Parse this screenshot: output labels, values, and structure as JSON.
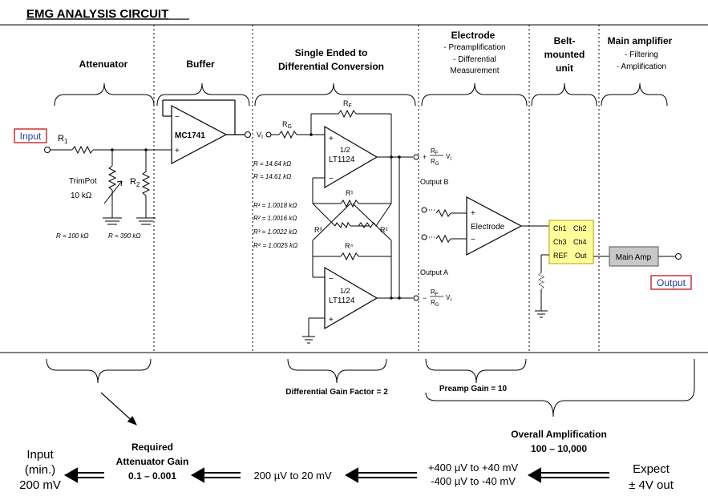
{
  "title": "EMG ANALYSIS CIRCUIT",
  "sections": {
    "attenuator": "Attenuator",
    "buffer": "Buffer",
    "se_to_diff_line1": "Single Ended to",
    "se_to_diff_line2": "Differential Conversion",
    "electrode_title": "Electrode",
    "electrode_sub1": "- Preamplification",
    "electrode_sub2": "- Differential",
    "electrode_sub3": "Measurement",
    "belt_line1": "Belt-",
    "belt_line2": "mounted",
    "belt_line3": "unit",
    "main_amp_title": "Main amplifier",
    "main_amp_sub1": "- Filtering",
    "main_amp_sub2": "- Amplification"
  },
  "circuit": {
    "input_label": "Input",
    "output_label": "Output",
    "r1": "R",
    "r1_sub": "1",
    "trimpot_label": "TrimPot",
    "trimpot_value": "10 kΩ",
    "r2": "R",
    "r2_sub": "2",
    "r1_value": "R = 100 kΩ",
    "r2_value": "R = 390 kΩ",
    "r1_value_sub": "1",
    "r2_value_sub": "2",
    "buffer_chip": "MC1741",
    "vi": "V",
    "vi_sub": "I",
    "rg": "R",
    "rg_sub": "G",
    "rf": "R",
    "rf_sub": "F",
    "rg_value": "R = 14.64 kΩ",
    "rf_value": "R = 14.61 kΩ",
    "r1b_value": "R¹ = 1.0018 kΩ",
    "r2b_value": "R² = 1.0016 kΩ",
    "r3b_value": "R³ = 1.0022 kΩ",
    "r4b_value": "R⁴ = 1.0025 kΩ",
    "opamp_half": "1/2",
    "opamp_chip": "LT1124",
    "r_sup1": "R¹",
    "r_sup2": "R²",
    "r_sup3": "R³",
    "r_sup4": "R⁴",
    "out_plus_sign": "+",
    "out_minus_sign": "−",
    "out_frac_num": "R",
    "out_frac_num_sub": "F",
    "out_frac_den": "R",
    "out_frac_den_sub": "G",
    "out_vi": "V",
    "out_vi_sub": "I",
    "output_b": "Output B",
    "output_a": "Output A",
    "electrode_chip": "Electrode",
    "belt_ch1": "Ch1",
    "belt_ch2": "Ch2",
    "belt_ch3": "Ch3",
    "belt_ch4": "Ch4",
    "belt_ref": "REF",
    "belt_out": "Out",
    "main_amp_box": "Main Amp",
    "plus": "+",
    "minus": "−"
  },
  "bottom": {
    "diff_gain": "Differential Gain Factor = 2",
    "preamp_gain": "Preamp Gain = 10",
    "overall_line1": "Overall Amplification",
    "overall_line2": "100 – 10,000",
    "required_line1": "Required",
    "required_line2": "Attenuator Gain",
    "required_line3": "0.1 – 0.001",
    "input_line1": "Input",
    "input_line2": "(min.)",
    "input_line3": "200 mV",
    "range_mid": "200 µV to 20 mV",
    "range_pos": "+400 µV to +40 mV",
    "range_neg": "-400 µV to -40 mV",
    "expect_line1": "Expect",
    "expect_line2": "± 4V out"
  },
  "colors": {
    "input_output_box": "#c00000",
    "input_output_text": "#1f3f9f",
    "belt_fill": "#ffff99",
    "main_amp_fill": "#c8c8c8"
  }
}
